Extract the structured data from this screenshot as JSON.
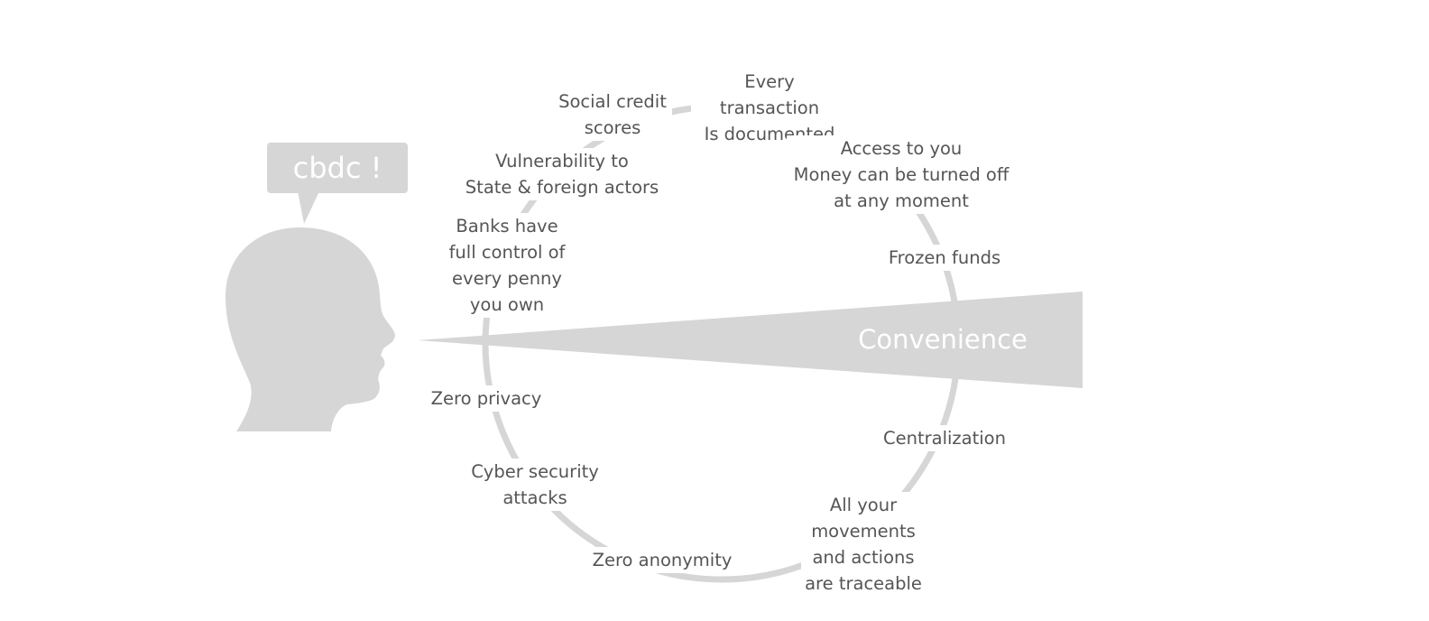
{
  "bubble_text": "cbdc !",
  "wedge_label": "Convenience",
  "colors": {
    "shape_fill": "#d6d6d6",
    "text": "#555555",
    "white": "#ffffff"
  },
  "labels": {
    "every_transaction": "Every transaction\nIs documented",
    "social_credit": "Social credit\nscores",
    "vulnerability": "Vulnerability to\nState & foreign actors",
    "banks_control": "Banks have\nfull control of\nevery penny\nyou own",
    "access_money": "Access to you\nMoney can be turned off\nat any moment",
    "frozen_funds": "Frozen funds",
    "zero_privacy": "Zero privacy",
    "cyber_security": "Cyber security\nattacks",
    "zero_anonymity": "Zero anonymity",
    "movements_traceable": "All your\nmovements\nand actions\nare traceable",
    "centralization": "Centralization"
  }
}
